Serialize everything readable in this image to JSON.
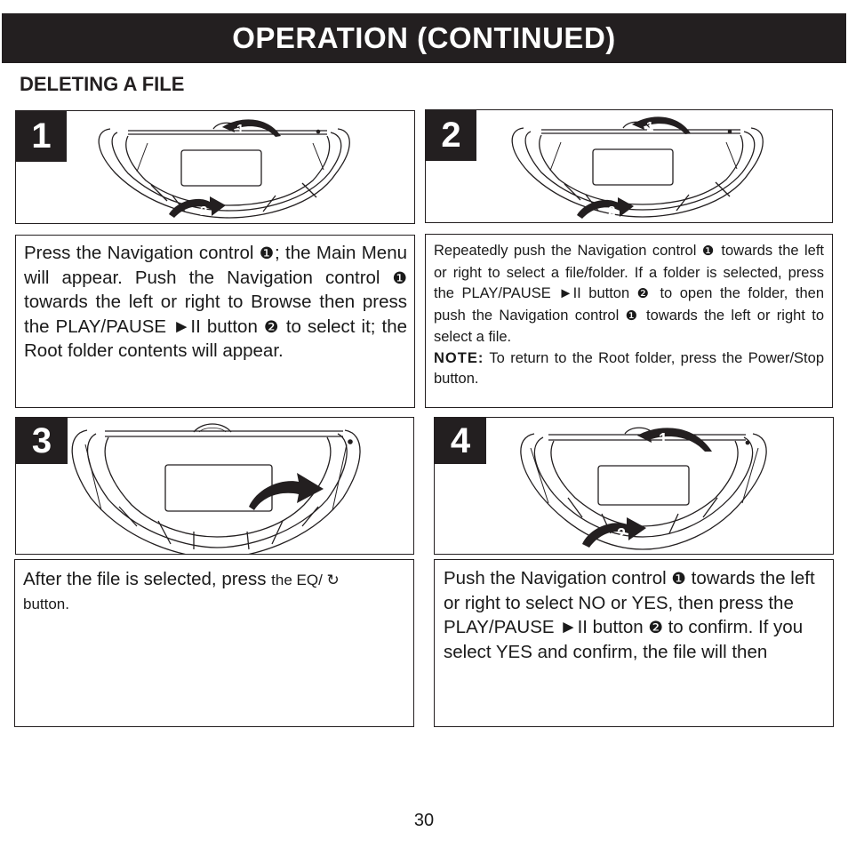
{
  "header": {
    "title": "OPERATION (CONTINUED)"
  },
  "section_title": "DELETING A FILE",
  "steps": [
    {
      "number": "1",
      "markers": [
        "1",
        "2"
      ],
      "text": {
        "p1": "Press the Navigation control ",
        "m1": "❶",
        "p2": "; the Main Menu will appear. Push the Navigation control ",
        "m2": "❶",
        "p3": " towards the left or right to Browse then press the PLAY/PAUSE ",
        "play": "►II",
        "p4": " button ",
        "m3": "❷",
        "p5": " to select it; the Root folder contents will appear."
      }
    },
    {
      "number": "2",
      "markers": [
        "1",
        "2"
      ],
      "text": {
        "p1": "Repeatedly push the Navigation control ",
        "m1": "❶",
        "p2": "  towards the left or right to select a file/folder. If a folder is selected, press the PLAY/PAUSE ",
        "play": "►II",
        "p3": " button ",
        "m2": "❷",
        "p4": " to open the folder, then push the Navigation control ",
        "m3": "❶",
        "p5": " towards the left or right to select a file.",
        "note_label": "NOTE:",
        "note_text": " To return to the Root folder, press the Power/Stop button."
      }
    },
    {
      "number": "3",
      "markers": [],
      "text": {
        "p1": "After the file is selected, press ",
        "p2": "the EQ/ ↻",
        "p3": " button."
      }
    },
    {
      "number": "4",
      "markers": [
        "1",
        "2"
      ],
      "text": {
        "p1": "Push the Navigation control ",
        "m1": "❶",
        "p2": "  towards the left or right to select NO or YES, then press the PLAY/PAUSE ",
        "play": "►II",
        "p3": " button ",
        "m2": "❷",
        "p4": " to confirm. If you select YES and confirm, the file will then"
      }
    }
  ],
  "page_number": "30"
}
